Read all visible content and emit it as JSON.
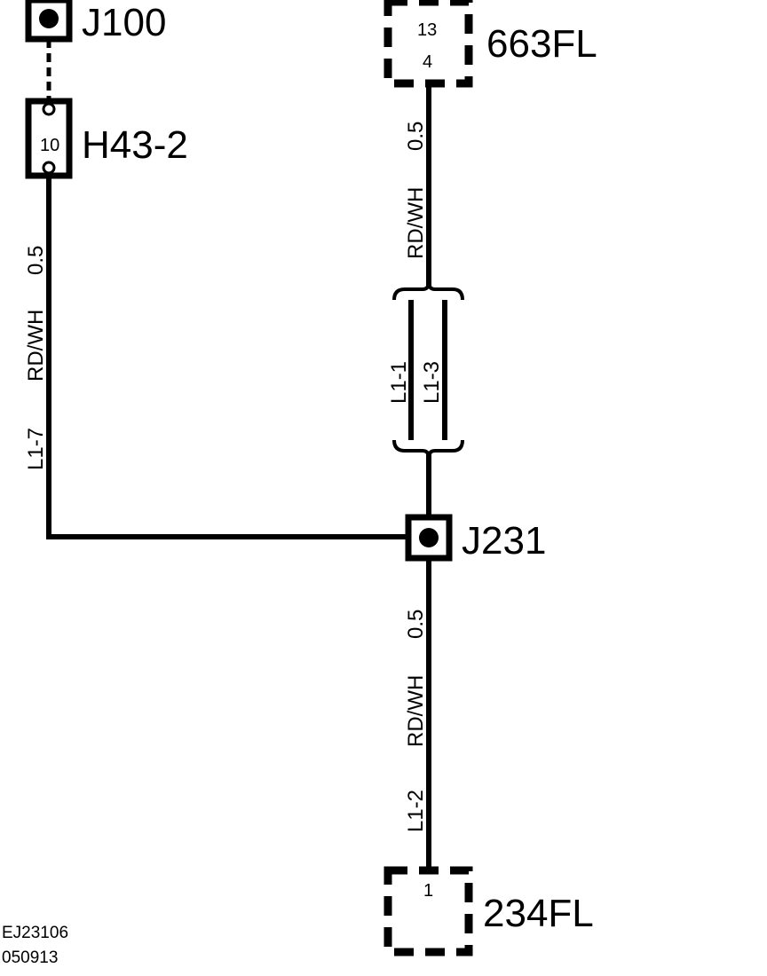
{
  "connectors": {
    "j100": {
      "name": "J100"
    },
    "h43_2": {
      "name": "H43-2",
      "pin": "10"
    },
    "c663fl": {
      "name": "663FL",
      "pin_top": "13",
      "pin_bottom": "4"
    },
    "j231": {
      "name": "J231"
    },
    "c234fl": {
      "name": "234FL",
      "pin": "1"
    }
  },
  "wires": {
    "left": {
      "id": "L1-7",
      "color": "RD/WH",
      "size": "0.5"
    },
    "top": {
      "id_a": "L1-1",
      "id_b": "L1-3",
      "color": "RD/WH",
      "size": "0.5"
    },
    "bottom": {
      "id": "L1-2",
      "color": "RD/WH",
      "size": "0.5"
    }
  },
  "reference": {
    "code": "EJ23106",
    "date": "050913"
  }
}
